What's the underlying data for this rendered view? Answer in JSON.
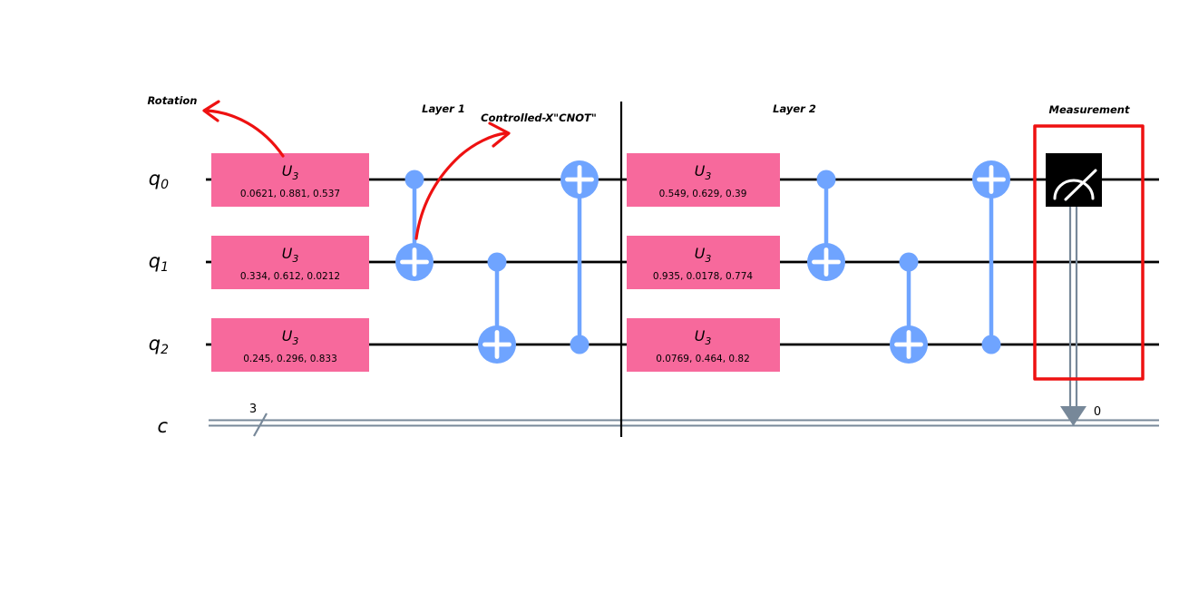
{
  "colors": {
    "gate_pink": "#F7699C",
    "cnot_blue": "#6FA4FF",
    "wire_black": "#000000",
    "classical_gray": "#778899",
    "annotation_red": "#EE1111",
    "measure_black": "#000000"
  },
  "wire_labels": {
    "q0": {
      "base": "q",
      "sub": "0"
    },
    "q1": {
      "base": "q",
      "sub": "1"
    },
    "q2": {
      "base": "q",
      "sub": "2"
    },
    "c": {
      "label": "c"
    }
  },
  "classical": {
    "bit_count": "3",
    "measure_target_bit": "0"
  },
  "annotations": {
    "rotation": "Rotation",
    "layer1": "Layer 1",
    "cnot": "Controlled-X\"CNOT\"",
    "layer2": "Layer 2",
    "measurement": "Measurement"
  },
  "gates": {
    "u3_label": {
      "base": "U",
      "sub": "3"
    },
    "layer1": [
      {
        "qubit": "q0",
        "params": "0.0621, 0.881, 0.537"
      },
      {
        "qubit": "q1",
        "params": "0.334, 0.612, 0.0212"
      },
      {
        "qubit": "q2",
        "params": "0.245, 0.296, 0.833"
      }
    ],
    "layer2": [
      {
        "qubit": "q0",
        "params": "0.549, 0.629, 0.39"
      },
      {
        "qubit": "q1",
        "params": "0.935, 0.0178, 0.774"
      },
      {
        "qubit": "q2",
        "params": "0.0769, 0.464, 0.82"
      }
    ]
  }
}
